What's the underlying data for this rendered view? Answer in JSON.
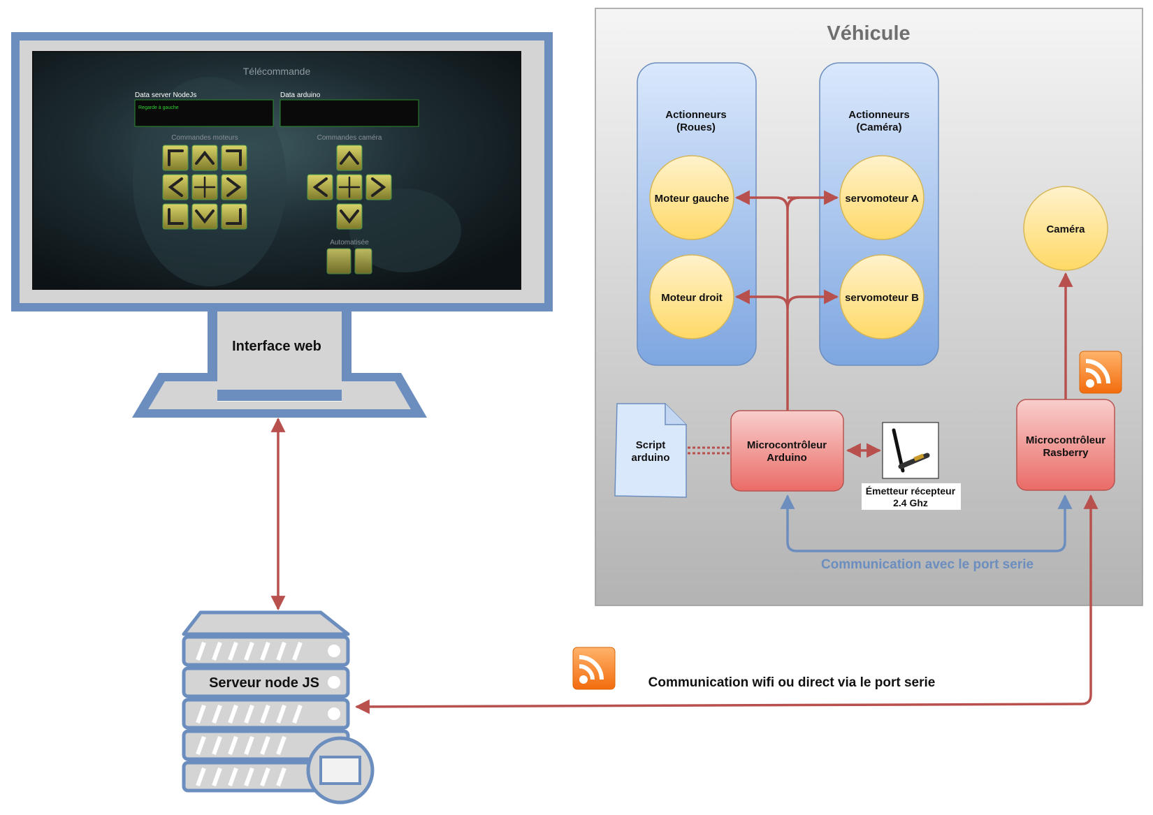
{
  "vehicle": {
    "title": "Véhicule"
  },
  "actuators_wheels": {
    "title_line1": "Actionneurs",
    "title_line2": "(Roues)"
  },
  "actuators_camera": {
    "title_line1": "Actionneurs",
    "title_line2": "(Caméra)"
  },
  "nodes": {
    "motor_left": "Moteur gauche",
    "motor_right": "Moteur droit",
    "servo_a": "servomoteur A",
    "servo_b": "servomoteur B",
    "camera": "Caméra",
    "arduino_line1": "Microcontrôleur",
    "arduino_line2": "Arduino",
    "rasberry_line1": "Microcontrôleur",
    "rasberry_line2": "Rasberry",
    "script_line1": "Script",
    "script_line2": "arduino",
    "transceiver_line1": "Émetteur récepteur",
    "transceiver_line2": "2.4 Ghz"
  },
  "labels": {
    "serial_comm": "Communication avec le port serie",
    "wifi_comm": "Communication wifi ou direct via le port serie",
    "web_interface": "Interface web",
    "server": "Serveur node JS"
  },
  "web_ui": {
    "title": "Télécommande",
    "data_server_label": "Data server NodeJs",
    "data_server_value": "Regarde à gauche",
    "data_arduino_label": "Data arduino",
    "data_arduino_value": "",
    "motor_controls_label": "Commandes moteurs",
    "camera_controls_label": "Commandes caméra",
    "auto_label": "Automatisée"
  },
  "colors": {
    "arrow_red": "#b8504e",
    "arrow_blue": "#6c8ebf",
    "monitor_blue": "#6c8ebf",
    "node_yellow": "#ffd966",
    "micro_red": "#f08080",
    "rss_orange": "#f58220"
  }
}
